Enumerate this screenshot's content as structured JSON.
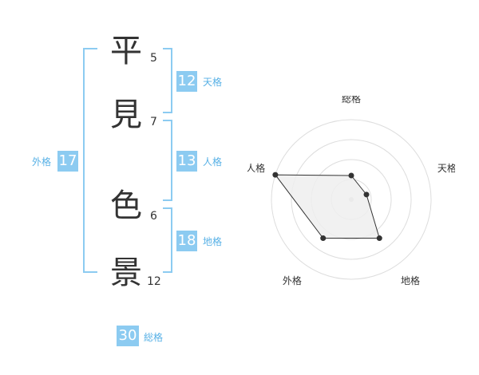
{
  "name": {
    "chars": [
      {
        "char": "平",
        "strokes": "5"
      },
      {
        "char": "見",
        "strokes": "7"
      },
      {
        "char": "色",
        "strokes": "6"
      },
      {
        "char": "景",
        "strokes": "12"
      }
    ]
  },
  "fortune": {
    "tenkaku": {
      "label": "天格",
      "value": "12"
    },
    "jinkaku": {
      "label": "人格",
      "value": "13"
    },
    "chikaku": {
      "label": "地格",
      "value": "18"
    },
    "gaikaku": {
      "label": "外格",
      "value": "17"
    },
    "soukaku": {
      "label": "総格",
      "value": "30"
    }
  },
  "chart_data": {
    "type": "radar",
    "axes": [
      "総格",
      "天格",
      "地格",
      "外格",
      "人格"
    ],
    "values": [
      0.3,
      0.2,
      0.6,
      0.6,
      1.0
    ],
    "rings": 4,
    "colors": {
      "fill": "#efefef",
      "line": "#333333",
      "grid": "#dddddd",
      "point": "#333333"
    }
  }
}
